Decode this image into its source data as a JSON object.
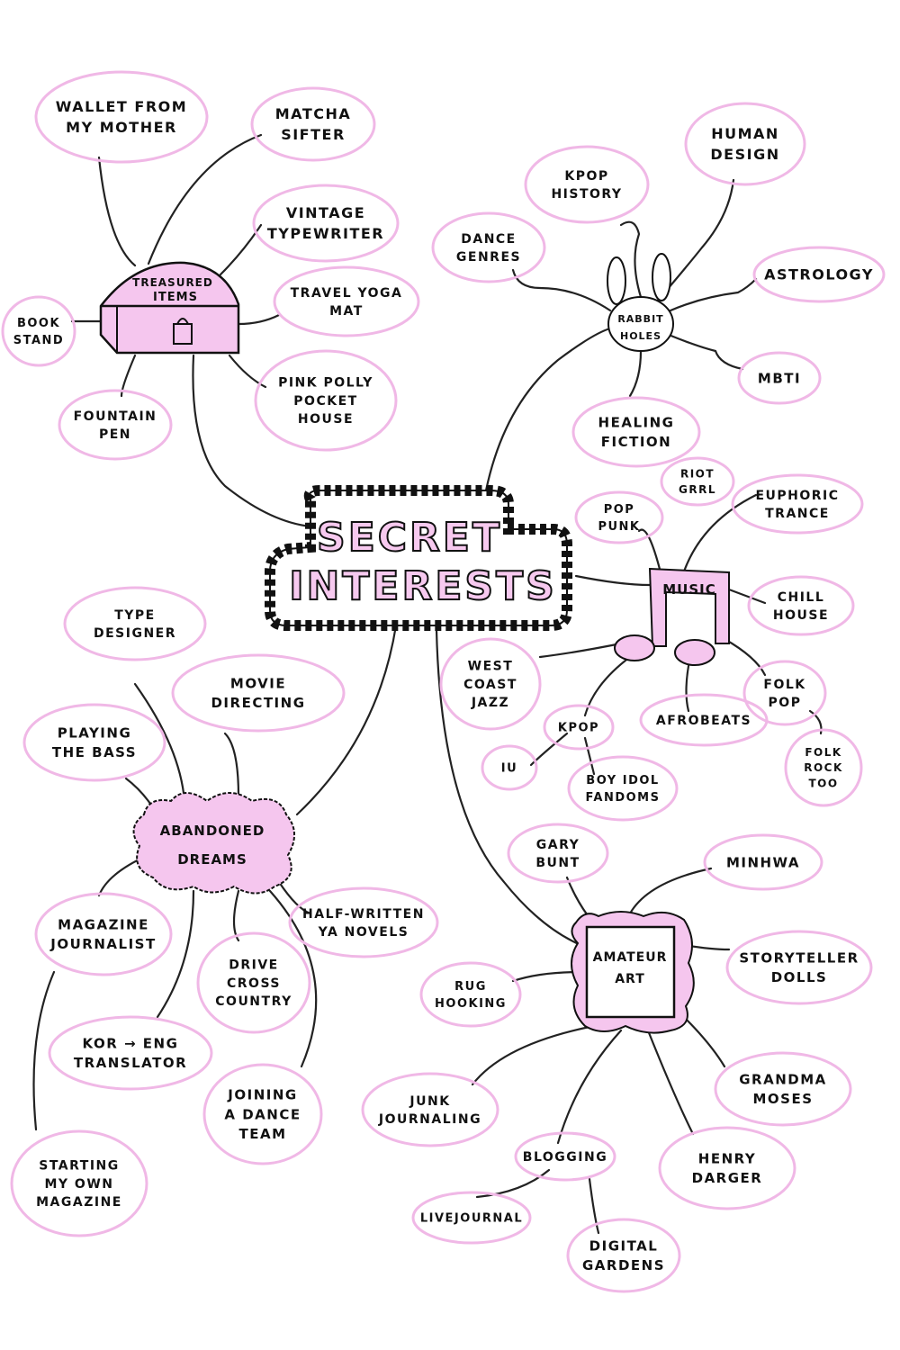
{
  "title": {
    "line1": "SECRET",
    "line2": "INTERESTS"
  },
  "hubs": {
    "treasured": {
      "line1": "TREASURED",
      "line2": "ITEMS"
    },
    "rabbit": {
      "line1": "RABBIT",
      "line2": "HOLES"
    },
    "music": {
      "label": "MUSIC"
    },
    "dreams": {
      "line1": "ABANDONED",
      "line2": "DREAMS"
    },
    "art": {
      "line1": "AMATEUR",
      "line2": "ART"
    }
  },
  "nodes": {
    "wallet": [
      "WALLET FROM",
      "MY MOTHER"
    ],
    "matcha": [
      "MATCHA",
      "SIFTER"
    ],
    "typewriter": [
      "VINTAGE",
      "TYPEWRITER"
    ],
    "yogamat": [
      "TRAVEL YOGA",
      "MAT"
    ],
    "pollypocket": [
      "PINK POLLY",
      "POCKET",
      "HOUSE"
    ],
    "bookstand": [
      "BOOK",
      "STAND"
    ],
    "fountainpen": [
      "FOUNTAIN",
      "PEN"
    ],
    "kpophistory": [
      "KPOP",
      "HISTORY"
    ],
    "humandesign": [
      "HUMAN",
      "DESIGN"
    ],
    "dancegenres": [
      "DANCE",
      "GENRES"
    ],
    "astrology": [
      "ASTROLOGY"
    ],
    "mbti": [
      "MBTI"
    ],
    "healingfiction": [
      "HEALING",
      "FICTION"
    ],
    "riotgrrl": [
      "RIOT",
      "GRRL"
    ],
    "poppunk": [
      "POP",
      "PUNK"
    ],
    "euphorictrance": [
      "EUPHORIC",
      "TRANCE"
    ],
    "chillhouse": [
      "CHILL",
      "HOUSE"
    ],
    "westcoastjazz": [
      "WEST",
      "COAST",
      "JAZZ"
    ],
    "kpop": [
      "KPOP"
    ],
    "afrobeats": [
      "AFROBEATS"
    ],
    "folkpop": [
      "FOLK",
      "POP"
    ],
    "folkrock": [
      "FOLK",
      "ROCK",
      "TOO"
    ],
    "iu": [
      "IU"
    ],
    "boyidol": [
      "BOY IDOL",
      "FANDOMS"
    ],
    "typedesigner": [
      "TYPE",
      "DESIGNER"
    ],
    "moviedirecting": [
      "MOVIE",
      "DIRECTING"
    ],
    "bass": [
      "PLAYING",
      "THE BASS"
    ],
    "magazinejournalist": [
      "MAGAZINE",
      "JOURNALIST"
    ],
    "halfwritten": [
      "HALF-WRITTEN",
      "YA NOVELS"
    ],
    "drivecross": [
      "DRIVE",
      "CROSS",
      "COUNTRY"
    ],
    "translator": [
      "KOR → ENG",
      "TRANSLATOR"
    ],
    "danceteam": [
      "JOINING",
      "A DANCE",
      "TEAM"
    ],
    "ownmagazine": [
      "STARTING",
      "MY OWN",
      "MAGAZINE"
    ],
    "garybunt": [
      "GARY",
      "BUNT"
    ],
    "minhwa": [
      "MINHWA"
    ],
    "storyteller": [
      "STORYTELLER",
      "DOLLS"
    ],
    "rughooking": [
      "RUG",
      "HOOKING"
    ],
    "grandmamoses": [
      "GRANDMA",
      "MOSES"
    ],
    "junkjournaling": [
      "JUNK",
      "JOURNALING"
    ],
    "henrydarger": [
      "HENRY",
      "DARGER"
    ],
    "blogging": [
      "BLOGGING"
    ],
    "livejournal": [
      "LIVEJOURNAL"
    ],
    "digitalgardens": [
      "DIGITAL",
      "GARDENS"
    ]
  },
  "colors": {
    "bubble": "#f0b8e6",
    "fill": "#f5c6ee",
    "ink": "#111111"
  }
}
